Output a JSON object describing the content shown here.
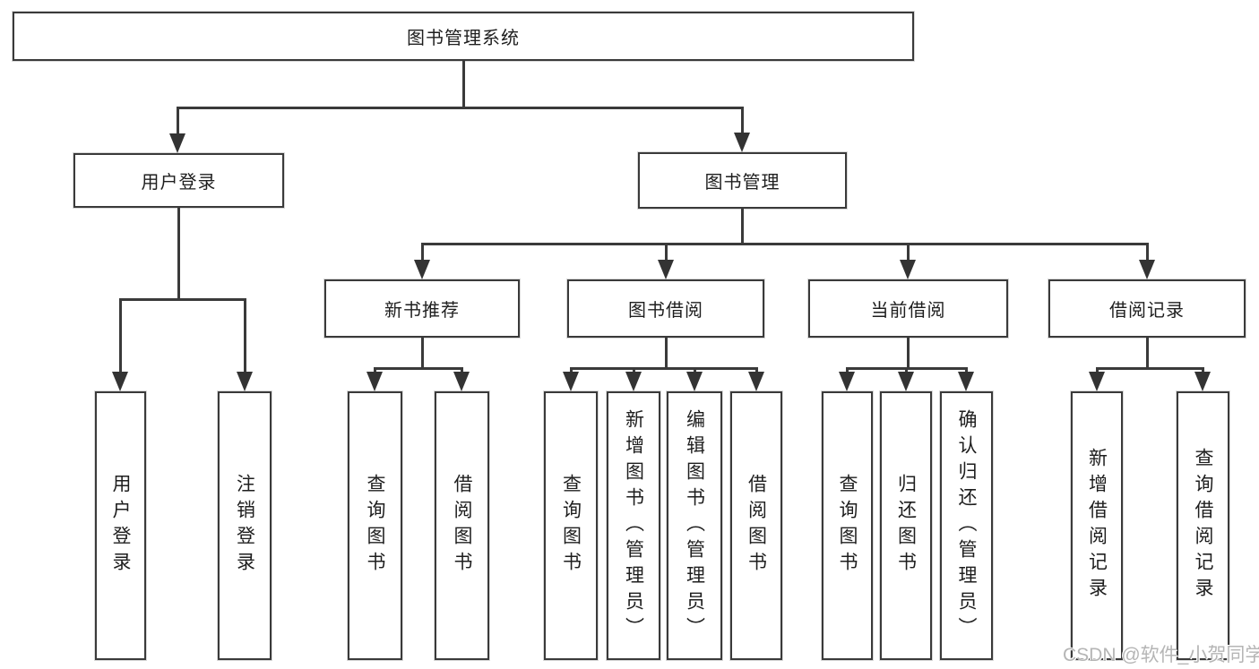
{
  "tree": {
    "root": {
      "label": "图书管理系统"
    },
    "branches": [
      {
        "label": "用户登录",
        "children": [
          "用户登录",
          "注销登录"
        ]
      },
      {
        "label": "图书管理",
        "groups": [
          {
            "label": "新书推荐",
            "children": [
              "查询图书",
              "借阅图书"
            ]
          },
          {
            "label": "图书借阅",
            "children": [
              "查询图书",
              "新增图书（管理员）",
              "编辑图书（管理员）",
              "借阅图书"
            ]
          },
          {
            "label": "当前借阅",
            "children": [
              "查询图书",
              "归还图书",
              "确认归还（管理员）"
            ]
          },
          {
            "label": "借阅记录",
            "children": [
              "新增借阅记录",
              "查询借阅记录"
            ]
          }
        ]
      }
    ]
  },
  "watermark": "CSDN @软件_小贺同学",
  "colors": {
    "line": "#3a3a3a",
    "box_border": "#3a3a3a",
    "box_fill": "#ffffff",
    "text": "#1e1e1e",
    "watermark": "#b5b5b5"
  }
}
